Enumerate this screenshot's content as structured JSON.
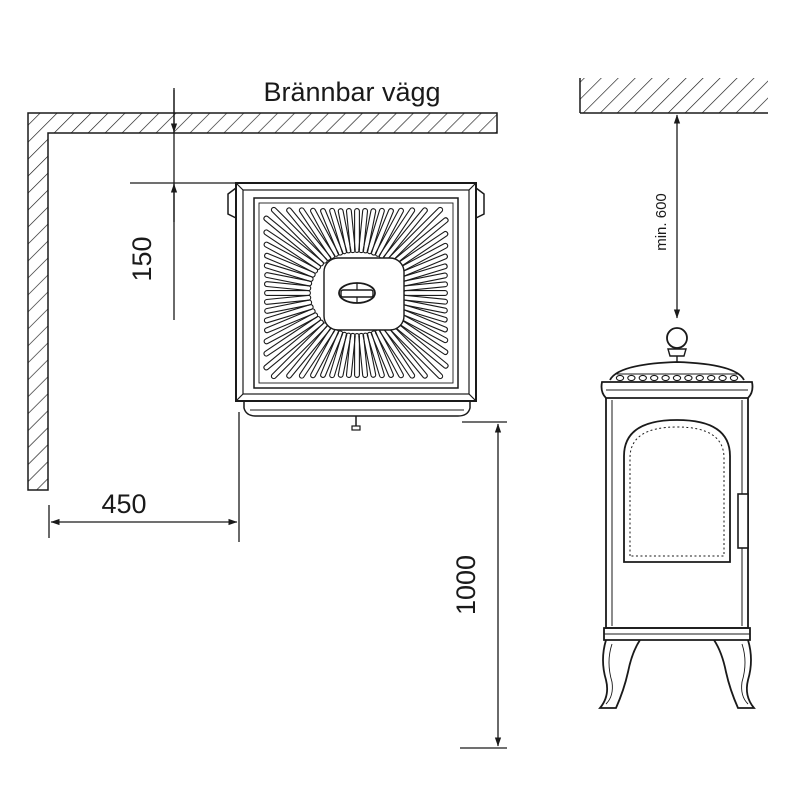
{
  "wall_label": "Brännbar vägg",
  "dims": {
    "back_clearance": "150",
    "side_clearance": "450",
    "front_clearance": "1000",
    "ceiling_clearance": "min. 600"
  }
}
